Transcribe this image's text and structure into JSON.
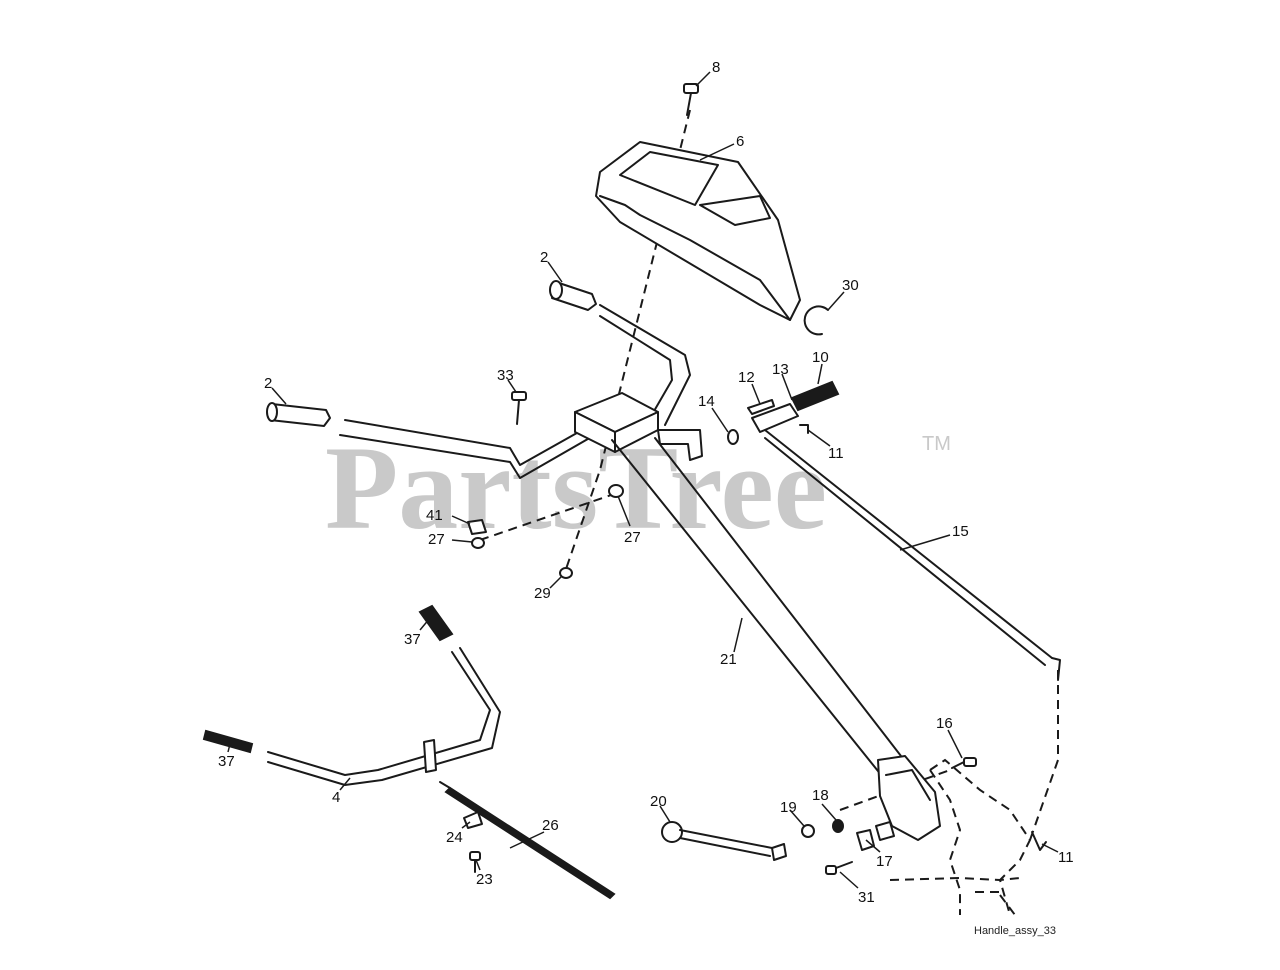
{
  "watermark": {
    "text": "PartsTree",
    "trademark": "TM"
  },
  "caption": "Handle_assy_33",
  "callouts": {
    "c8": "8",
    "c6": "6",
    "c2a": "2",
    "c30": "30",
    "c2b": "2",
    "c33": "33",
    "c12": "12",
    "c13": "13",
    "c10": "10",
    "c14": "14",
    "c11a": "11",
    "c15": "15",
    "c41": "41",
    "c27a": "27",
    "c27b": "27",
    "c29": "29",
    "c37a": "37",
    "c21": "21",
    "c37b": "37",
    "c4": "4",
    "c16": "16",
    "c20": "20",
    "c19": "19",
    "c18": "18",
    "c26": "26",
    "c24": "24",
    "c17": "17",
    "c11b": "11",
    "c23": "23",
    "c31": "31"
  }
}
